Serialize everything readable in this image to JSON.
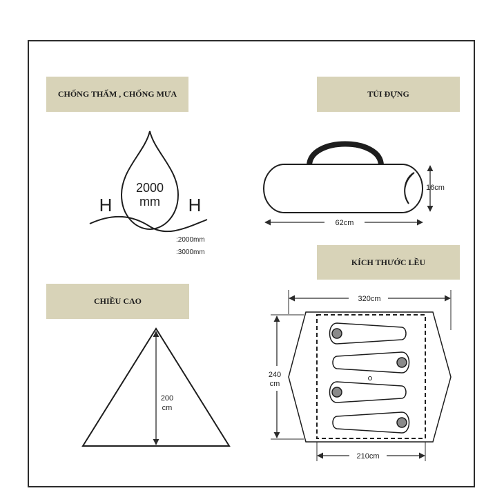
{
  "labels": {
    "waterproof": "CHỐNG THẤM , CHỐNG MƯA",
    "bag": "TÚI ĐỰNG",
    "size": "KÍCH THƯỚC LỀU",
    "height": "CHIỀU CAO"
  },
  "waterproof": {
    "value": "2000",
    "unit": "mm",
    "h_left": "H",
    "h_right": "H",
    "spec1": ":2000mm",
    "spec2": ":3000mm"
  },
  "bag": {
    "length": "62cm",
    "diameter": "16cm"
  },
  "tent": {
    "outer_width": "320cm",
    "depth_value": "240",
    "depth_unit": "cm",
    "inner_width": "210cm"
  },
  "height": {
    "value": "200",
    "unit": "cm"
  },
  "colors": {
    "label_bg": "#d8d3b8",
    "line": "#2b2b2b",
    "head_fill": "#8a8a8a"
  }
}
